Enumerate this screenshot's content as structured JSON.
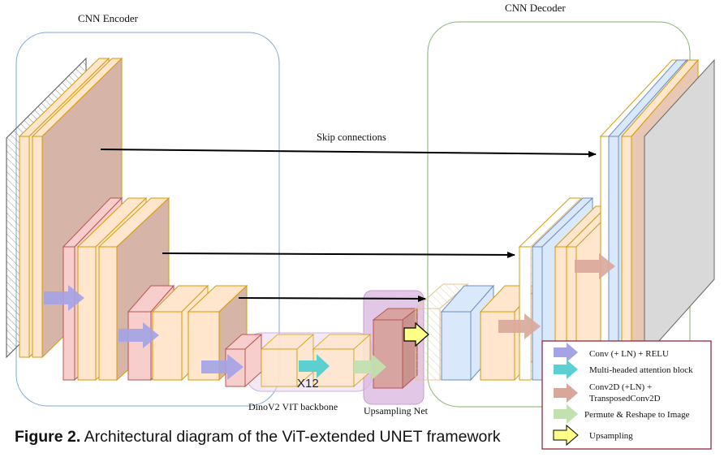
{
  "labels": {
    "encoder": "CNN Encoder",
    "decoder": "CNN Decoder",
    "skip": "Skip connections",
    "x12": "X12",
    "dino": "DinoV2 VIT backbone",
    "upnet": "Upsampling Net"
  },
  "legend": {
    "conv": "Conv (+ LN) + RELU",
    "mha": "Multi-headed attention block",
    "conv2d_line1": "Conv2D (+LN) +",
    "conv2d_line2": "TransposedConv2D",
    "permute": "Permute & Reshape to Image",
    "upsampling": "Upsampling"
  },
  "caption": {
    "prefix": "Figure 2.",
    "text": " Architectural diagram of the ViT-extended UNET framework"
  },
  "colors": {
    "encoder_border": "#7ea6d8",
    "decoder_border": "#82b366",
    "block_fill": "#ffe6cc",
    "block_stroke": "#d79b00",
    "pink_fill": "#f8cecc",
    "pink_stroke": "#b85450",
    "blue_fill": "#dae8fc",
    "blue_stroke": "#6c8ebf",
    "brown_fill": "#d7b4a8",
    "gray_fill": "#d9d9d9",
    "conv_arrow": "#a3a3e6",
    "mha_arrow": "#5cd0d0",
    "conv2d_arrow": "#d9a79a",
    "permute_arrow": "#c2e0b0",
    "upsampling_arrow": "#ffff88",
    "vit_region": "#e8d5ee",
    "upnet_region": "#d8b5de"
  }
}
